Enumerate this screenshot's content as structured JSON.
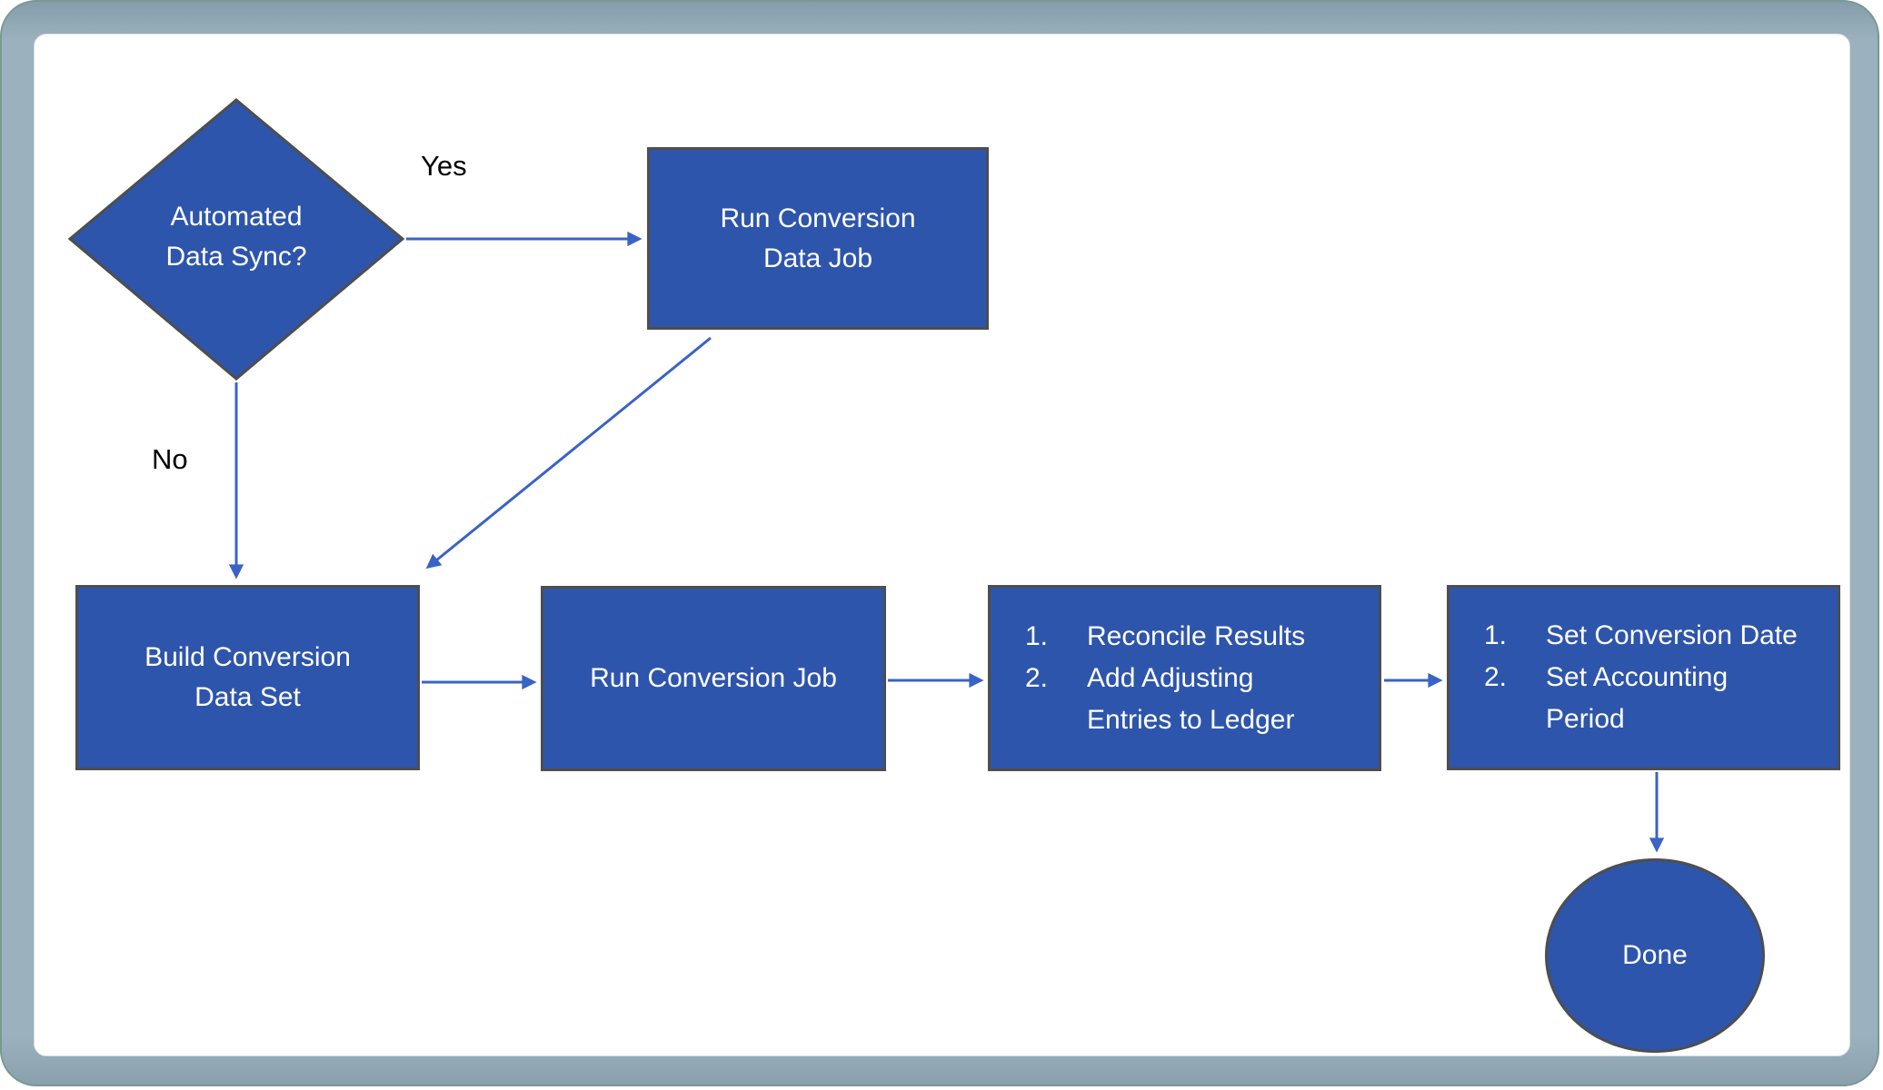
{
  "colors": {
    "frame_background": "#9bb1bd",
    "frame_edge": "#78998f",
    "canvas_background": "#ffffff",
    "shape_fill": "#2e55ac",
    "shape_border": "#4e4e4e",
    "arrow": "#3a63c6",
    "shape_text": "#ffffff",
    "label_text": "#000000"
  },
  "flowchart": {
    "decision": {
      "label": "Automated\nData Sync?"
    },
    "edge_labels": {
      "yes": "Yes",
      "no": "No"
    },
    "run_conversion_data_job": {
      "label": "Run Conversion\nData Job"
    },
    "build_conversion_data_set": {
      "label": "Build Conversion\nData Set"
    },
    "run_conversion_job": {
      "label": "Run Conversion Job"
    },
    "reconcile_steps": {
      "items": [
        {
          "num": "1.",
          "text": "Reconcile Results"
        },
        {
          "num": "2.",
          "text": "Add Adjusting\nEntries to Ledger"
        }
      ]
    },
    "finalize_steps": {
      "items": [
        {
          "num": "1.",
          "text": "Set Conversion Date"
        },
        {
          "num": "2.",
          "text": "Set Accounting\nPeriod"
        }
      ]
    },
    "terminator": {
      "label": "Done"
    }
  }
}
